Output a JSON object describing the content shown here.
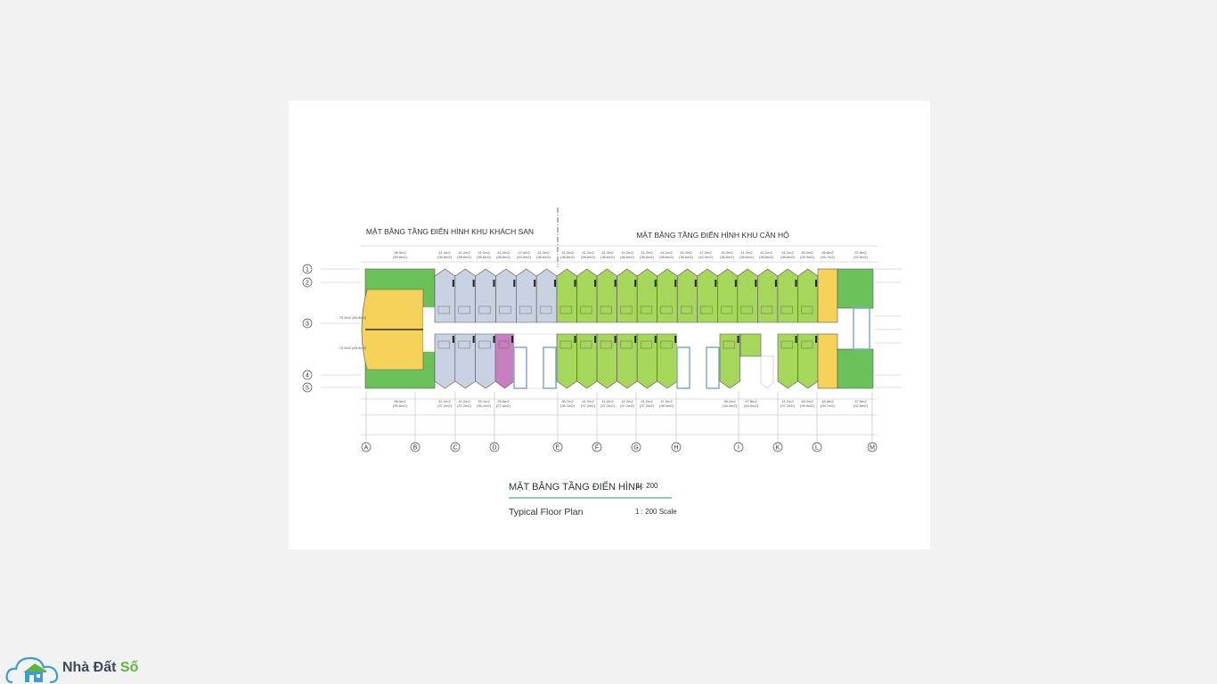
{
  "plan": {
    "hotel_title": "MẶT BẰNG TẦNG ĐIỂN HÌNH KHU KHÁCH SẠN",
    "apartment_title": "MẶT BẰNG TẦNG ĐIỂN HÌNH KHU CĂN HỘ",
    "legend_title_vi": "MẶT BẰNG TẦNG ĐIỂN HÌNH",
    "legend_scale_vi": "1 : 200",
    "legend_title_en": "Typical Floor Plan",
    "legend_scale_en": "1 : 200 Scale",
    "row_axes": [
      "1",
      "2",
      "3",
      "4",
      "5"
    ],
    "column_axes": [
      "A",
      "B",
      "C",
      "D",
      "E",
      "F",
      "G",
      "H",
      "I",
      "K",
      "L",
      "M"
    ],
    "hotel_core_labels": [
      "70.5m2 (65.8m2)",
      "70.5m2 (65.8m2)"
    ],
    "top_areas": [
      [
        "98.5m2",
        "(90.6m2)"
      ],
      [
        "41.4m2",
        "(38.6m2)"
      ],
      [
        "41.2m2",
        "(38.6m2)"
      ],
      [
        "41.2m2",
        "(38.6m2)"
      ],
      [
        "41.2m2",
        "(38.6m2)"
      ],
      [
        "47.4m2",
        "(43.9m2)"
      ],
      [
        "41.2m2",
        "(38.6m2)"
      ],
      [
        "41.2m2",
        "(38.6m2)"
      ],
      [
        "41.2m2",
        "(38.6m2)"
      ],
      [
        "41.2m2",
        "(38.6m2)"
      ],
      [
        "41.2m2",
        "(38.6m2)"
      ],
      [
        "41.2m2",
        "(38.6m2)"
      ],
      [
        "41.2m2",
        "(38.6m2)"
      ],
      [
        "41.2m2",
        "(38.6m2)"
      ],
      [
        "47.2m2",
        "(42.9m2)"
      ],
      [
        "41.2m2",
        "(38.6m2)"
      ],
      [
        "41.2m2",
        "(38.6m2)"
      ],
      [
        "41.2m2",
        "(38.6m2)"
      ],
      [
        "41.2m2",
        "(38.6m2)"
      ],
      [
        "45.2m2",
        "(39.9m2)"
      ],
      [
        "48.8m2",
        "(45.7m2)"
      ],
      [
        "57.8m2",
        "(52.5m2)"
      ]
    ],
    "bottom_areas": [
      [
        "98.5m2",
        "(90.6m2)"
      ],
      [
        "41.2m2",
        "(37.2m2)"
      ],
      [
        "41.2m2",
        "(37.2m2)"
      ],
      [
        "39.1m2",
        "(36.1m2)"
      ],
      [
        "29.5m2",
        "(27.4m2)"
      ],
      [
        "38.7m2",
        "(36.1m2)"
      ],
      [
        "41.2m2",
        "(37.2m2)"
      ],
      [
        "41.2m2",
        "(37.2m2)"
      ],
      [
        "41.2m2",
        "(37.2m2)"
      ],
      [
        "41.2m2",
        "(37.2m2)"
      ],
      [
        "47.9m2",
        "(38.3m2)"
      ],
      [
        "38.1m2",
        "(34.4m2)"
      ],
      [
        "57.8m2",
        "(54.0m2)"
      ],
      [
        "41.2m2",
        "(37.2m2)"
      ],
      [
        "45.2m2",
        "(39.9m2)"
      ],
      [
        "48.8m2",
        "(45.7m2)"
      ],
      [
        "57.8m2",
        "(52.5m2)"
      ]
    ],
    "colors": {
      "hotel_green": "#6cc25a",
      "core_yellow": "#f5d35a",
      "hotel_room": "#c9d2e3",
      "apartment_green": "#a6d65a",
      "purple": "#c77fbf",
      "lift_blue": "#7fa9d8",
      "accent_line": "#6fb8a0"
    }
  },
  "logo": {
    "name_main": "Nhà Đất ",
    "name_accent": "Số"
  }
}
